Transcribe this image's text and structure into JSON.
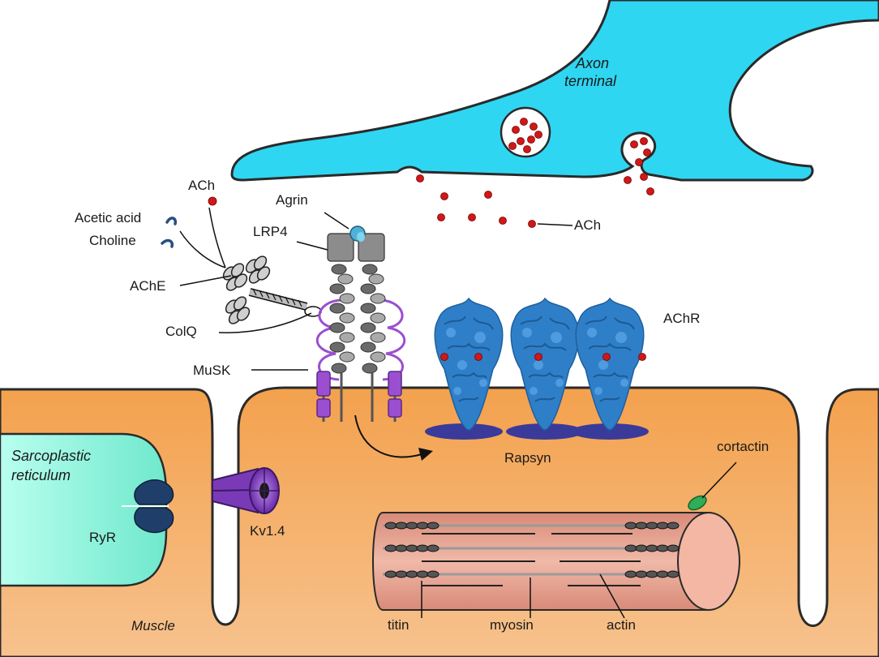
{
  "labels": {
    "axon_terminal_line1": "Axon",
    "axon_terminal_line2": "terminal",
    "ach_top": "ACh",
    "ach_right": "ACh",
    "acetic_acid": "Acetic acid",
    "choline": "Choline",
    "ache": "AChE",
    "colq": "ColQ",
    "agrin": "Agrin",
    "lrp4": "LRP4",
    "musk": "MuSK",
    "achr": "AChR",
    "rapsyn": "Rapsyn",
    "cortactin": "cortactin",
    "sarcoplastic_line1": "Sarcoplastic",
    "sarcoplastic_line2": "reticulum",
    "ryr": "RyR",
    "kv14": "Kv1.4",
    "muscle": "Muscle",
    "titin": "titin",
    "myosin": "myosin",
    "actin": "actin"
  },
  "colors": {
    "axon": "#2fd6f2",
    "muscle": "#f0a050",
    "sarcoplasmic_reticulum": "#7ff0d8",
    "ach_dot": "#d01818",
    "achr": "#2f7fc8",
    "rapsyn": "#3a3a9a",
    "musk": "#9b4fd0",
    "lrp4": "#8a8a8a",
    "kv14": "#7a3ab8",
    "ryr": "#1f3f6a",
    "myofibril": "#e7aa98",
    "cortactin": "#2fae55"
  },
  "icons": [
    "synaptic-vesicle",
    "ach-molecule",
    "achr-receptor",
    "musk-receptor",
    "lrp4-receptor",
    "agrin-ligand",
    "kv14-channel",
    "ryr-channel",
    "myofibril-cylinder"
  ]
}
